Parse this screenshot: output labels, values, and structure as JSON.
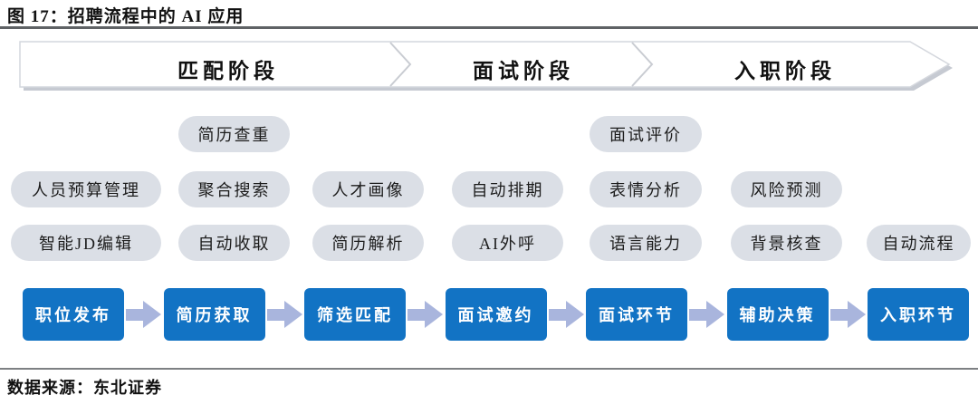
{
  "title": "图 17：招聘流程中的 AI 应用",
  "source": "数据来源：东北证券",
  "banner": {
    "phases": [
      "匹配阶段",
      "面试阶段",
      "入职阶段"
    ]
  },
  "pills": [
    "简历查重",
    "面试评价",
    "人员预算管理",
    "聚合搜索",
    "人才画像",
    "自动排期",
    "表情分析",
    "风险预测",
    "智能JD编辑",
    "自动收取",
    "简历解析",
    "AI外呼",
    "语言能力",
    "背景核查",
    "自动流程"
  ],
  "process_steps": [
    "职位发布",
    "简历获取",
    "筛选匹配",
    "面试邀约",
    "面试环节",
    "辅助决策",
    "入职环节"
  ],
  "colors": {
    "step_blue": "#1273c4",
    "flow_arrow_blue": "#a9b5dd",
    "pill_gray": "#dbdfe6",
    "banner_fill": "#ffffff",
    "banner_outline": "#d4d7dd",
    "banner_shadow": "#c6cad2",
    "title_rule": "#5f6265",
    "source_rule": "#7d8083"
  }
}
